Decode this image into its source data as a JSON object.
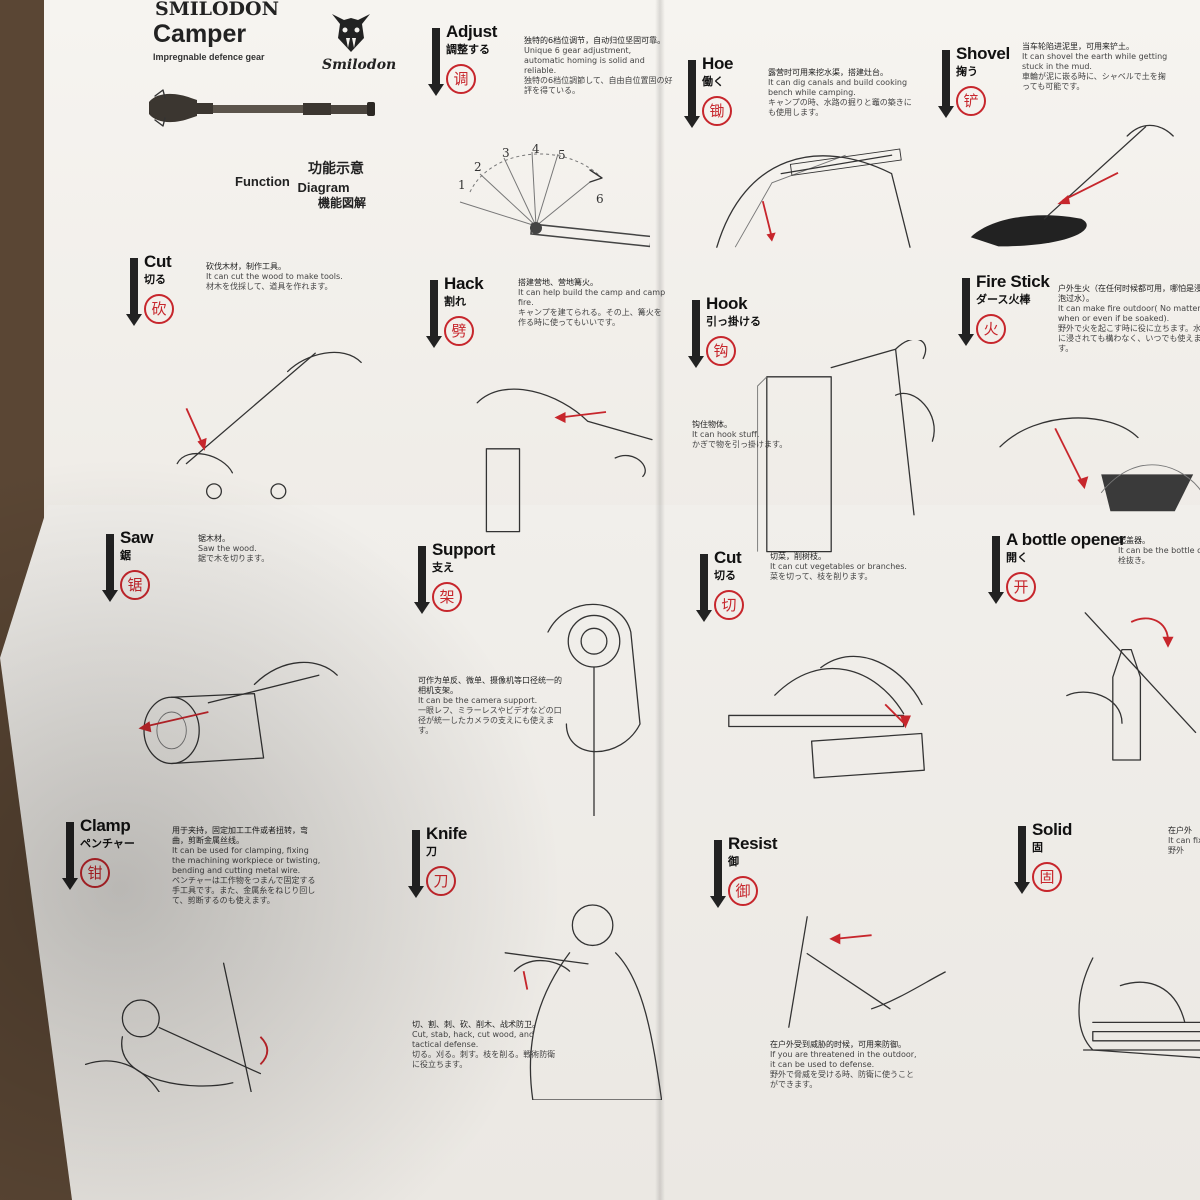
{
  "header": {
    "brand": "SMILODON",
    "product": "Camper",
    "tagline": "Impregnable defence gear",
    "logo_text": "Smilodon",
    "func_cn": "功能示意",
    "func_en1": "Function",
    "func_en2": "Diagram",
    "func_jp": "機能図解"
  },
  "adjust_steps": [
    "1",
    "2",
    "3",
    "4",
    "5",
    "6"
  ],
  "panels": [
    {
      "id": "adjust",
      "title": "Adjust",
      "jp": "調整する",
      "seal": "调",
      "cn": "独特的6档位调节，自动归位坚固可靠。",
      "en": "Unique 6 gear adjustment, automatic homing is solid and reliable.",
      "jp_desc": "独特の6档位調節して、自由自位置固の好評を得ている。"
    },
    {
      "id": "hoe",
      "title": "Hoe",
      "jp": "働く",
      "seal": "锄",
      "cn": "露营时可用来挖水渠，搭建灶台。",
      "en": "It can dig canals and build cooking bench while camping.",
      "jp_desc": "キャンプの時、水路の掘りと竈の築きにも使用します。"
    },
    {
      "id": "shovel",
      "title": "Shovel",
      "jp": "掬う",
      "seal": "铲",
      "cn": "当车轮陷进泥里，可用来铲土。",
      "en": "It can shovel the earth while getting stuck in the mud.",
      "jp_desc": "車輪が泥に嵌る時に、シャベルで土を掬っても可能です。"
    },
    {
      "id": "cut",
      "title": "Cut",
      "jp": "切る",
      "seal": "砍",
      "cn": "砍伐木材，制作工具。",
      "en": "It can cut the wood to make tools.",
      "jp_desc": "材木を伐採して、道具を作れます。"
    },
    {
      "id": "hack",
      "title": "Hack",
      "jp": "割れ",
      "seal": "劈",
      "cn": "搭建营地、营地篝火。",
      "en": "It can help build the camp and camp fire.",
      "jp_desc": "キャンプを建てられる。その上、篝火を作る時に使ってもいいです。"
    },
    {
      "id": "hook",
      "title": "Hook",
      "jp": "引っ掛ける",
      "seal": "钩",
      "cn": "钩住物体。",
      "en": "It can hook stuff.",
      "jp_desc": "かぎで物を引っ掛けます。"
    },
    {
      "id": "firestick",
      "title": "Fire Stick",
      "jp": "ダース火棒",
      "seal": "火",
      "cn": "户外生火（在任何时候都可用，哪怕是浸泡过水）。",
      "en": "It can make fire outdoor( No matter when or even if be soaked).",
      "jp_desc": "野外で火を起こす時に役に立ちます。水に浸されても構わなく、いつでも使えます。"
    },
    {
      "id": "saw",
      "title": "Saw",
      "jp": "鋸",
      "seal": "锯",
      "cn": "锯木材。",
      "en": "Saw the wood.",
      "jp_desc": "鋸で木を切ります。"
    },
    {
      "id": "support",
      "title": "Support",
      "jp": "支え",
      "seal": "架",
      "cn": "可作为单反、微单、摄像机等口径统一的相机支架。",
      "en": "It can be the camera support.",
      "jp_desc": "一眼レフ、ミラーレスやビデオなどの口径が統一したカメラの支えにも使えます。"
    },
    {
      "id": "cut2",
      "title": "Cut",
      "jp": "切る",
      "seal": "切",
      "cn": "切菜，削树枝。",
      "en": "It can cut vegetables or branches.",
      "jp_desc": "菜を切って、枝を削ります。"
    },
    {
      "id": "opener",
      "title": "A bottle opener",
      "jp": "開く",
      "seal": "开",
      "cn": "起盖器。",
      "en": "It can be the bottle opener.",
      "jp_desc": "栓抜き。"
    },
    {
      "id": "clamp",
      "title": "Clamp",
      "jp": "ペンチャー",
      "seal": "钳",
      "cn": "用于夹持，固定加工工件或者扭转，弯曲，剪断金属丝线。",
      "en": "It can be used for clamping, fixing the machining workpiece or twisting, bending and cutting metal wire.",
      "jp_desc": "ペンチャーは工作物をつまんで固定する手工具です。また、金属糸をねじり回して、剪断するのも使えます。"
    },
    {
      "id": "knife",
      "title": "Knife",
      "jp": "刀",
      "seal": "刀",
      "cn": "切、割、刺、砍、削木、战术防卫。",
      "en": "Cut, stab, hack, cut wood, and tactical defense.",
      "jp_desc": "切る。刈る。刺す。枝を削る。戦術防衛に役立ちます。"
    },
    {
      "id": "resist",
      "title": "Resist",
      "jp": "御",
      "seal": "御",
      "cn": "在户外受到威胁的时候，可用来防御。",
      "en": "If you are threatened in the outdoor, it can be used to defense.",
      "jp_desc": "野外で脅威を受ける時、防衛に使うことができます。"
    },
    {
      "id": "solid",
      "title": "Solid",
      "jp": "固",
      "seal": "固",
      "cn": "在户外",
      "en": "It can fixation injury",
      "jp_desc": "野外"
    }
  ],
  "colors": {
    "accent": "#c7262c",
    "ink": "#222222",
    "paper": "#f4f2ee",
    "table": "#5a4634"
  }
}
